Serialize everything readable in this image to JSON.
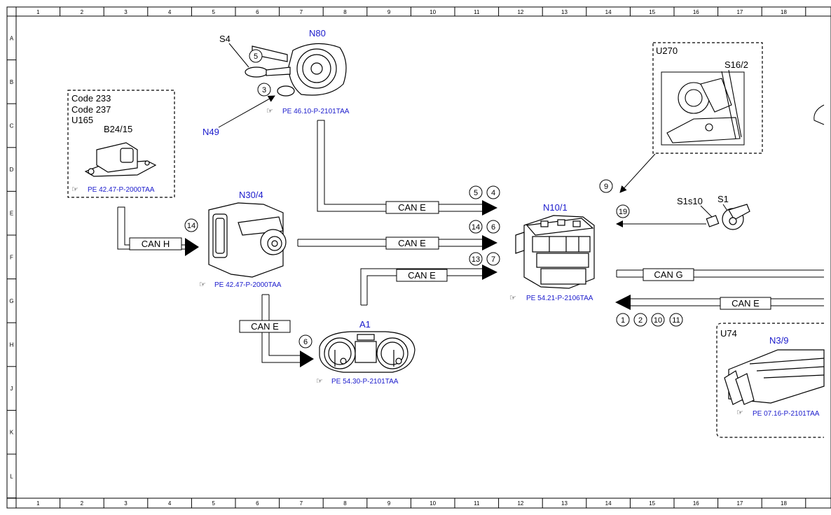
{
  "grid_columns": [
    "1",
    "2",
    "3",
    "4",
    "5",
    "6",
    "7",
    "8",
    "9",
    "10",
    "11",
    "12",
    "13",
    "14",
    "15",
    "16",
    "17",
    "18"
  ],
  "grid_rows": [
    "A",
    "B",
    "C",
    "D",
    "E",
    "F",
    "G",
    "H",
    "J",
    "K",
    "L"
  ],
  "components": {
    "n80": {
      "label": "N80",
      "s4": "S4",
      "n49": "N49",
      "ref": "PE 46.10-P-2101TAA"
    },
    "b24": {
      "code1": "Code 233",
      "code2": "Code 237",
      "u165": "U165",
      "label": "B24/15",
      "ref": "PE 42.47-P-2000TAA"
    },
    "n30": {
      "label": "N30/4",
      "ref": "PE 42.47-P-2000TAA"
    },
    "n10": {
      "label": "N10/1",
      "ref": "PE 54.21-P-2106TAA"
    },
    "a1": {
      "label": "A1",
      "ref": "PE 54.30-P-2101TAA"
    },
    "u270": {
      "label": "U270",
      "s16": "S16/2"
    },
    "s1": {
      "s1s10": "S1s10",
      "s1": "S1"
    },
    "u74": {
      "label": "U74",
      "n39": "N3/9",
      "ref": "PE 07.16-P-2101TAA"
    }
  },
  "buses": {
    "can_e": "CAN E",
    "can_h": "CAN H",
    "can_g": "CAN G"
  },
  "circles": {
    "c5a": "5",
    "c3": "3",
    "c5": "5",
    "c4": "4",
    "c14a": "14",
    "c6a": "6",
    "c13": "13",
    "c7": "7",
    "c14": "14",
    "c6": "6",
    "c9": "9",
    "c19": "19",
    "c1": "1",
    "c2": "2",
    "c10": "10",
    "c11": "11"
  },
  "ref_icon": "pointing-hand-icon"
}
